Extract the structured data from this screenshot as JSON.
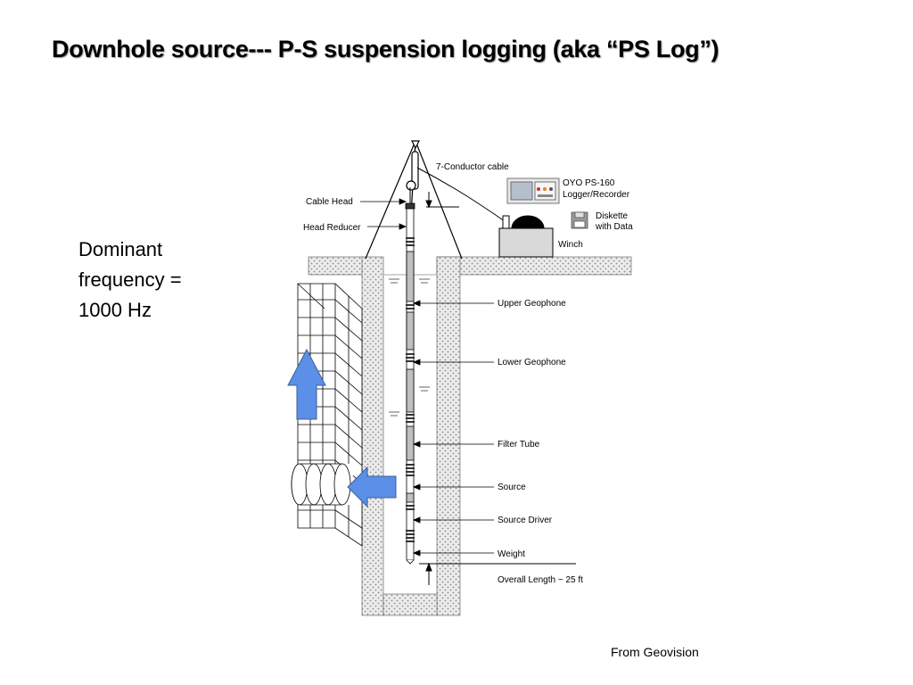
{
  "slide": {
    "title": "Downhole source--- P-S suspension logging (aka “PS Log”)",
    "body_lines": [
      "Dominant",
      "frequency =",
      "1000 Hz"
    ],
    "credit": "From Geovision"
  },
  "diagram": {
    "labels": {
      "cable": "7-Conductor cable",
      "logger_line1": "OYO PS-160",
      "logger_line2": "Logger/Recorder",
      "diskette_line1": "Diskette",
      "diskette_line2": "with Data",
      "winch": "Winch",
      "cable_head": "Cable Head",
      "head_reducer": "Head Reducer",
      "upper_geophone": "Upper Geophone",
      "lower_geophone": "Lower Geophone",
      "filter_tube": "Filter Tube",
      "source": "Source",
      "source_driver": "Source Driver",
      "weight": "Weight",
      "overall_length": "Overall Length ~ 25 ft"
    },
    "arrow_color": "#5b8fe8",
    "arrow_stroke": "#3d5f9e",
    "soil_color": "#dcdcdc"
  }
}
